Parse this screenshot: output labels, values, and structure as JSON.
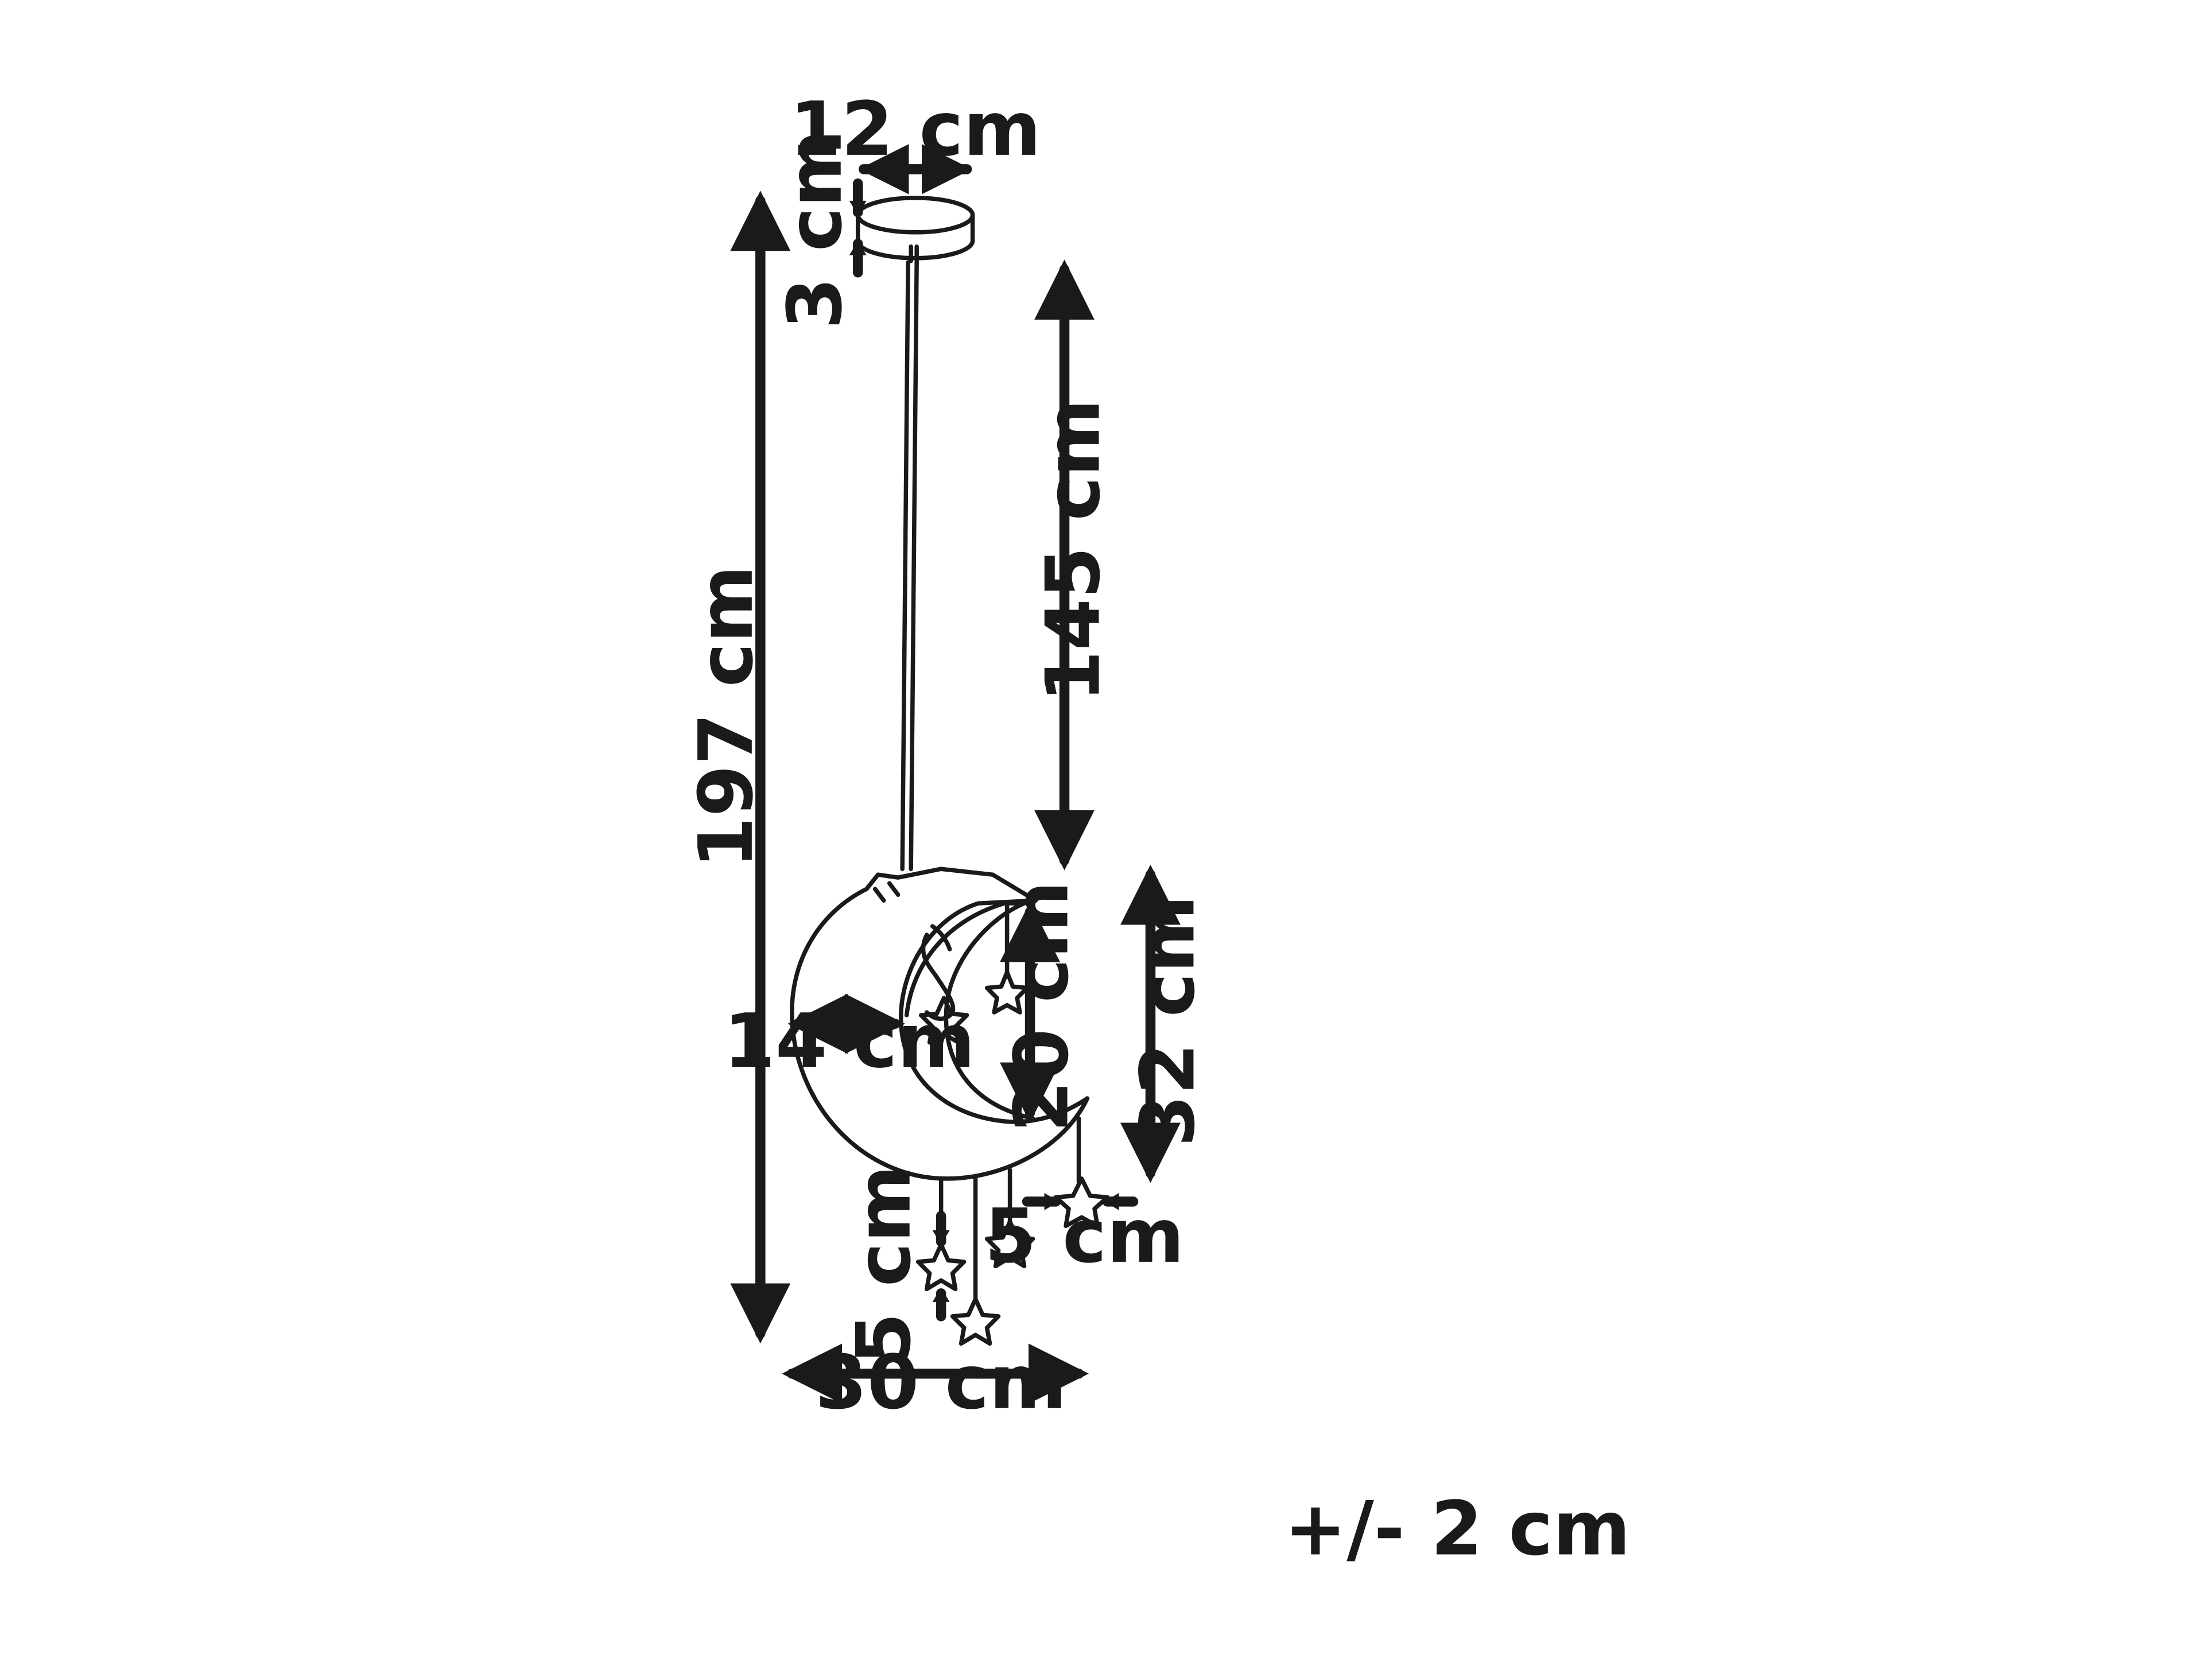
{
  "dimensions": {
    "canopy_width": "12 cm",
    "canopy_height": "3 cm",
    "total_height": "197 cm",
    "cable_length": "145 cm",
    "shade_height": "32 cm",
    "inner_height": "20 cm",
    "moon_depth": "14 cm",
    "star_width": "5 cm",
    "star_height": "5 cm",
    "total_width": "30 cm"
  },
  "tolerance": "+/- 2 cm",
  "colors": {
    "ink": "#1a1a1a",
    "background": "#ffffff"
  }
}
